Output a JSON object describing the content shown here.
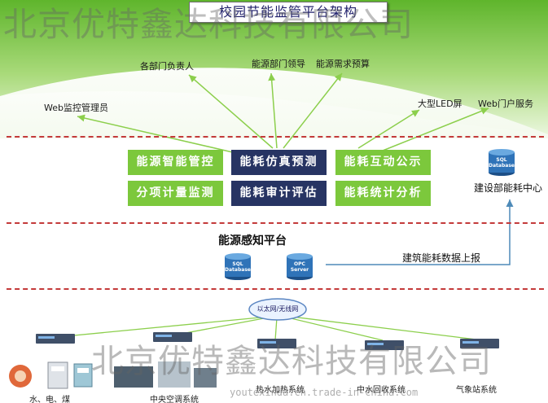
{
  "title": "校园节能监管平台架构",
  "watermark": {
    "company": "北京优特鑫达科技有限公司",
    "url": "youtexinda.cn.trade-in-china.com"
  },
  "top_layer": {
    "labels": {
      "dept_heads": "各部门负责人",
      "energy_dept_leader": "能源部门领导",
      "energy_budget": "能源需求预算",
      "web_admin": "Web监控管理员",
      "led_screen": "大型LED屏",
      "web_portal": "Web门户服务"
    }
  },
  "modules": [
    {
      "label": "能源智能管控",
      "style": "green"
    },
    {
      "label": "能耗仿真预测",
      "style": "navy"
    },
    {
      "label": "能耗互动公示",
      "style": "green"
    },
    {
      "label": "分项计量监测",
      "style": "green"
    },
    {
      "label": "能耗审计评估",
      "style": "navy"
    },
    {
      "label": "能耗统计分析",
      "style": "green"
    }
  ],
  "construction_center": {
    "db_title": "SQL",
    "db_subtitle": "Database",
    "label": "建设部能耗中心"
  },
  "sensing_platform": {
    "title": "能源感知平台",
    "sql_db": {
      "title": "SQL",
      "subtitle": "Database"
    },
    "opc": {
      "title": "OPC",
      "subtitle": "Server"
    },
    "upload_label": "建筑能耗数据上报"
  },
  "network": {
    "label": "以太网/无线网"
  },
  "subsystems": [
    {
      "label": "水、电、煤"
    },
    {
      "label": "中央空调系统"
    },
    {
      "label": "热水加热系统"
    },
    {
      "label": "中水回收系统"
    },
    {
      "label": "气象站系统"
    }
  ],
  "colors": {
    "green_module": "#7cc83c",
    "navy_module": "#273463",
    "divider": "#c43a3a",
    "arrow": "#8ccf4c",
    "top_band": "#6fbf3a"
  }
}
